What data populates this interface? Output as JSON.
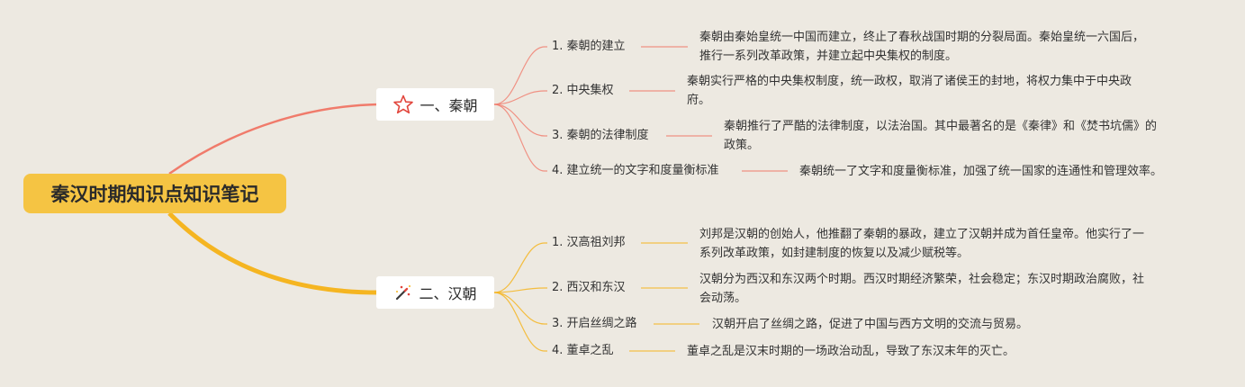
{
  "root": {
    "title": "秦汉时期知识点知识笔记"
  },
  "colors": {
    "qin": "#f07b6b",
    "han": "#f5b521",
    "root": "#f5c443"
  },
  "branches": [
    {
      "title": "一、秦朝",
      "icon": "star-outline-icon",
      "topics": [
        {
          "label": "1. 秦朝的建立",
          "note": "秦朝由秦始皇统一中国而建立，终止了春秋战国时期的分裂局面。秦始皇统一六国后，推行一系列改革政策，并建立起中央集权的制度。"
        },
        {
          "label": "2. 中央集权",
          "note": "秦朝实行严格的中央集权制度，统一政权，取消了诸侯王的封地，将权力集中于中央政府。"
        },
        {
          "label": "3. 秦朝的法律制度",
          "note": "秦朝推行了严酷的法律制度，以法治国。其中最著名的是《秦律》和《焚书坑儒》的政策。"
        },
        {
          "label": "4. 建立统一的文字和度量衡标准",
          "note": "秦朝统一了文字和度量衡标准，加强了统一国家的连通性和管理效率。"
        }
      ]
    },
    {
      "title": "二、汉朝",
      "icon": "magic-wand-icon",
      "topics": [
        {
          "label": "1. 汉高祖刘邦",
          "note": "刘邦是汉朝的创始人，他推翻了秦朝的暴政，建立了汉朝并成为首任皇帝。他实行了一系列改革政策，如封建制度的恢复以及减少赋税等。"
        },
        {
          "label": "2. 西汉和东汉",
          "note": "汉朝分为西汉和东汉两个时期。西汉时期经济繁荣，社会稳定；东汉时期政治腐败，社会动荡。"
        },
        {
          "label": "3. 开启丝绸之路",
          "note": "汉朝开启了丝绸之路，促进了中国与西方文明的交流与贸易。"
        },
        {
          "label": "4. 董卓之乱",
          "note": "董卓之乱是汉末时期的一场政治动乱，导致了东汉末年的灭亡。"
        }
      ]
    }
  ]
}
